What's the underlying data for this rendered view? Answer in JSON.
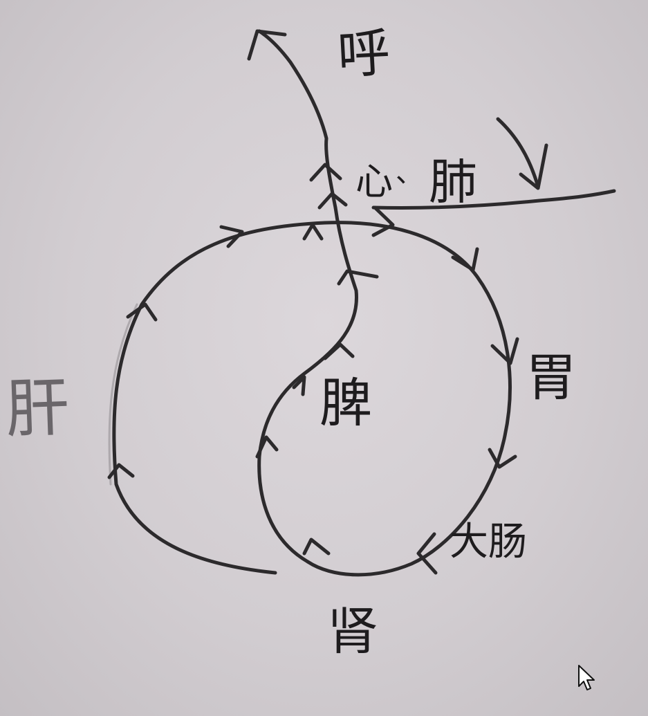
{
  "labels": {
    "exhale": "呼",
    "heart": "心",
    "separator": "、",
    "lung": "肺",
    "liver": "肝",
    "spleen": "脾",
    "stomach": "胃",
    "large_intestine": "大肠",
    "kidney": "肾"
  },
  "colors": {
    "ink": "#2c2a2c",
    "faded_ink": "#8e8a8e",
    "paper": "#d2cdd1"
  },
  "icons": [
    "mouse-cursor-icon"
  ]
}
